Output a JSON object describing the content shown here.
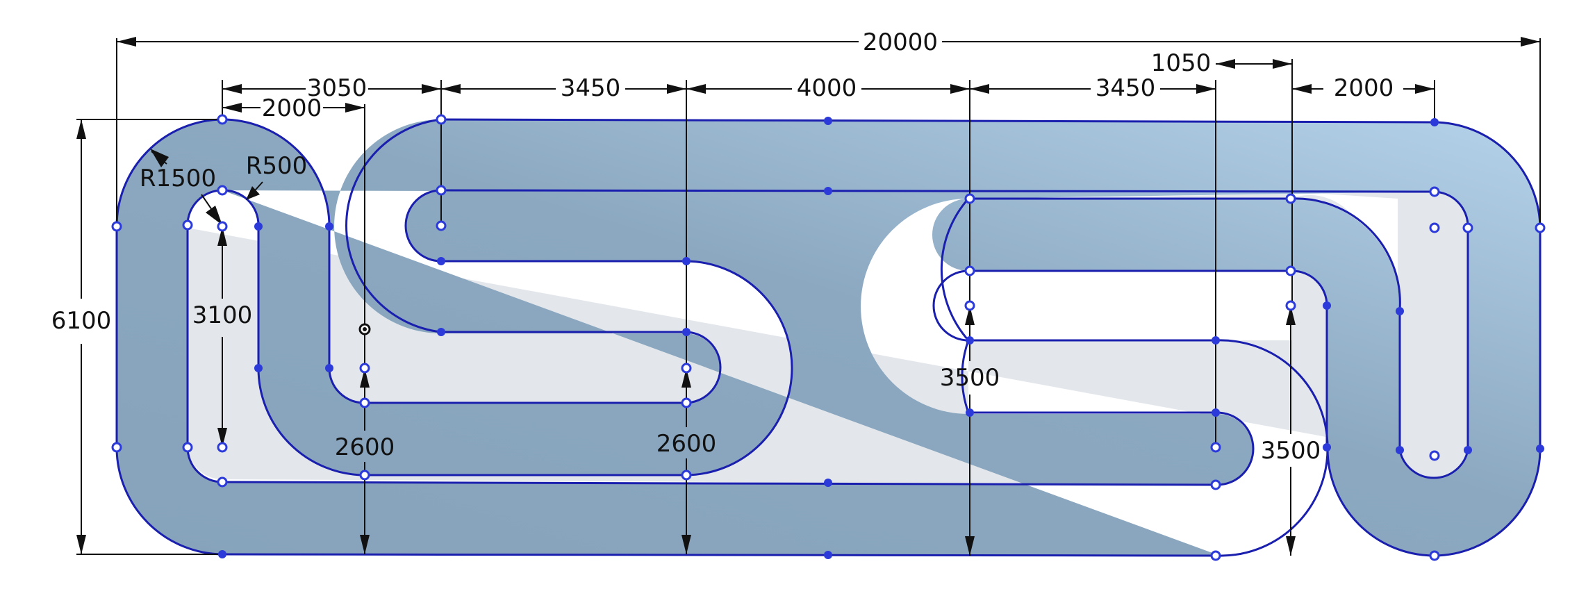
{
  "drawing": {
    "overall_width": "20000",
    "overall_height": "6100",
    "dims_top": [
      "3050",
      "3450",
      "4000",
      "3450",
      "1050",
      "2000"
    ],
    "dim_2000_left": "2000",
    "radius_outer": "R1500",
    "radius_inner": "R500",
    "slot_height_left": "3100",
    "depth_1": "2600",
    "depth_2": "2600",
    "depth_3": "3500",
    "depth_4": "3500"
  },
  "colors": {
    "fill_gradient_start": "#86a3bb",
    "fill_gradient_end": "#b2d0e8",
    "edge": "#1a1fae",
    "point": "#2b3ad8",
    "region": "#e3e7ec"
  }
}
